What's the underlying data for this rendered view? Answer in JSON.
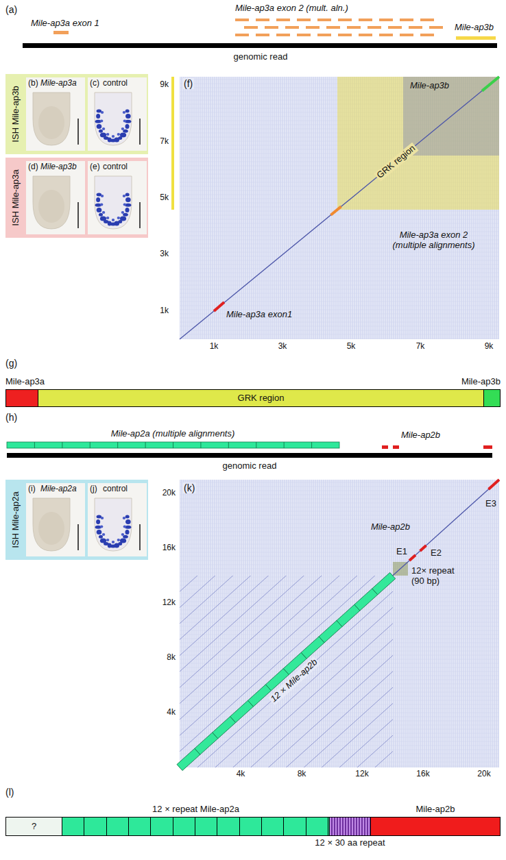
{
  "diagram": {
    "nodes": [
      {
        "text": [
          "ISH Mile-ap3b"
        ]
      },
      {
        "text": [
          "ISH Mile-ap3a"
        ]
      },
      {
        "text": [
          "Mile-ap3a"
        ]
      },
      {
        "text": [
          "GRK region"
        ]
      },
      {
        "text": [
          "Mile-ap3b"
        ]
      },
      {
        "text": [
          "ISH Mile-ap2a"
        ]
      },
      {
        "text": [
          "?"
        ]
      },
      {
        "text": [
          "12 × repeat Mile-ap2a"
        ]
      },
      {
        "text": [
          "12 × 30 aa repeat"
        ]
      },
      {
        "text": [
          "Mile-ap2b"
        ]
      }
    ],
    "labels": [
      "(a)",
      "Mile-ap3a exon 1",
      "Mile-ap3a exon 2 (mult. aln.)",
      "Mile-ap3b",
      "genomic read",
      "(b)",
      "Mile-ap3a",
      "(c)",
      "control",
      "(d)",
      "Mile-ap3b",
      "(e)",
      "control",
      "(f)",
      "9k",
      "7k",
      "5k",
      "3k",
      "1k",
      "1k",
      "3k",
      "5k",
      "7k",
      "9k",
      "Mile-ap3b",
      "GRK region",
      "Mile-ap3a exon 2 (multiple alignments)",
      "Mile-ap3a exon1",
      "(g)",
      "(h)",
      "Mile-ap2a (multiple alignments)",
      "Mile-ap2b",
      "genomic read",
      "(i)",
      "Mile-ap2a",
      "(j)",
      "control",
      "(k)",
      "20k",
      "16k",
      "12k",
      "8k",
      "4k",
      "4k",
      "8k",
      "12k",
      "16k",
      "20k",
      "Mile-ap2b",
      "E3",
      "E1",
      "E2",
      "12× repeat (90 bp)",
      "12 × Mile-ap2b",
      "(l)"
    ]
  }
}
